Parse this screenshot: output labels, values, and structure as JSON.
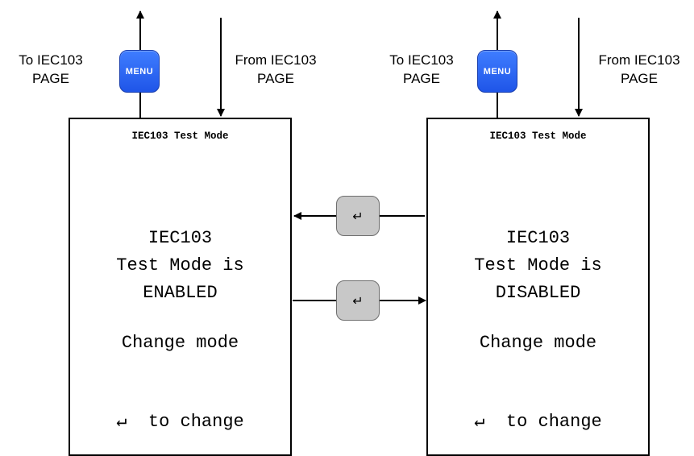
{
  "left_panel": {
    "to_label": [
      "To IEC103",
      "PAGE"
    ],
    "from_label": [
      "From IEC103",
      "PAGE"
    ],
    "menu_button": "MENU",
    "title": "IEC103 Test Mode",
    "lines": [
      "IEC103",
      "Test Mode is",
      "ENABLED"
    ],
    "change": "Change mode",
    "hint": "↵  to change"
  },
  "right_panel": {
    "to_label": [
      "To IEC103",
      "PAGE"
    ],
    "from_label": [
      "From IEC103",
      "PAGE"
    ],
    "menu_button": "MENU",
    "title": "IEC103 Test Mode",
    "lines": [
      "IEC103",
      "Test Mode is",
      "DISABLED"
    ],
    "change": "Change mode",
    "hint": "↵  to change"
  },
  "enter_keys": [
    "↵",
    "↵"
  ],
  "icons": {
    "menu": "menu-button-icon",
    "enter": "enter-key-icon"
  },
  "colors": {
    "menu_button": "#2b63f5",
    "enter_key": "#c8c8c8"
  }
}
